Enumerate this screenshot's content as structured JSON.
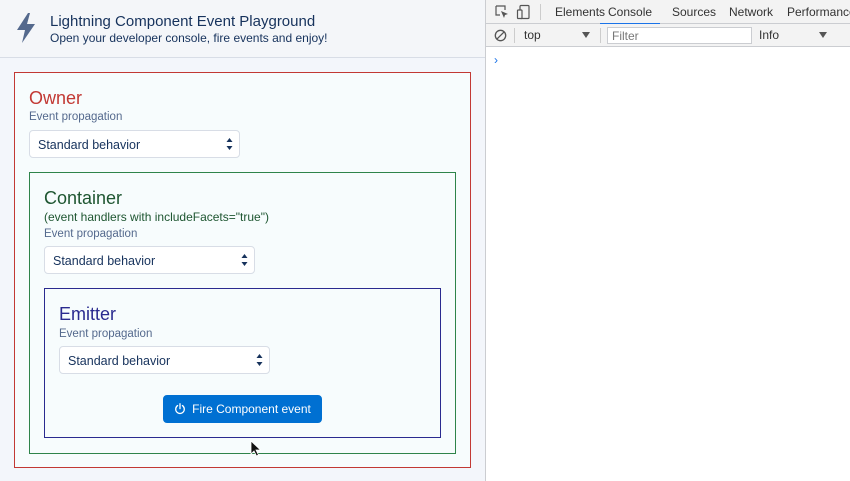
{
  "app": {
    "title": "Lightning Component Event Playground",
    "subtitle": "Open your developer console, fire events and enjoy!"
  },
  "owner": {
    "title": "Owner",
    "propagation_label": "Event propagation",
    "propagation_value": "Standard behavior"
  },
  "container": {
    "title": "Container",
    "note": "(event handlers with includeFacets=\"true\")",
    "propagation_label": "Event propagation",
    "propagation_value": "Standard behavior"
  },
  "emitter": {
    "title": "Emitter",
    "propagation_label": "Event propagation",
    "propagation_value": "Standard behavior",
    "fire_button_label": "Fire Component event"
  },
  "devtools": {
    "tabs": [
      "Elements",
      "Console",
      "Sources",
      "Network",
      "Performance"
    ],
    "active_tab": "Console",
    "context": "top",
    "filter_placeholder": "Filter",
    "level": "Info",
    "prompt": "›"
  },
  "colors": {
    "owner": "#c23934",
    "container": "#2e844a",
    "emitter": "#2a2a8f",
    "brand_button": "#0070d2",
    "devtools_accent": "#1a73e8"
  },
  "icons": [
    "lightning-bolt-icon",
    "select-arrows-icon",
    "power-icon",
    "mouse-cursor-icon",
    "inspect-element-icon",
    "device-toolbar-icon",
    "clear-console-icon",
    "chevron-down-icon"
  ]
}
